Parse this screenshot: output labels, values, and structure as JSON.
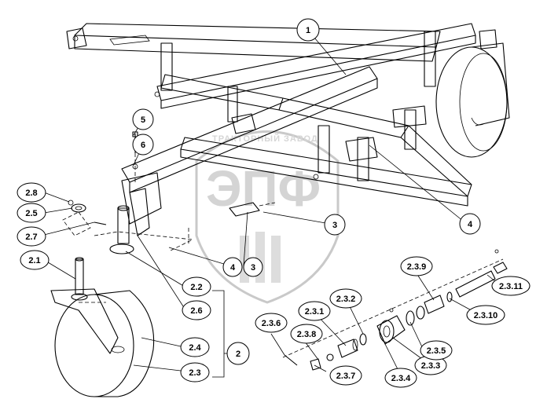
{
  "callouts": [
    {
      "id": "c1",
      "text": "1"
    },
    {
      "id": "c2",
      "text": "2"
    },
    {
      "id": "c3a",
      "text": "3"
    },
    {
      "id": "c3b",
      "text": "3"
    },
    {
      "id": "c4a",
      "text": "4"
    },
    {
      "id": "c4b",
      "text": "4"
    },
    {
      "id": "c5",
      "text": "5"
    },
    {
      "id": "c6",
      "text": "6"
    },
    {
      "id": "c21",
      "text": "2.1"
    },
    {
      "id": "c22",
      "text": "2.2"
    },
    {
      "id": "c23",
      "text": "2.3"
    },
    {
      "id": "c24",
      "text": "2.4"
    },
    {
      "id": "c25",
      "text": "2.5"
    },
    {
      "id": "c26",
      "text": "2.6"
    },
    {
      "id": "c27",
      "text": "2.7"
    },
    {
      "id": "c28",
      "text": "2.8"
    },
    {
      "id": "c231",
      "text": "2.3.1"
    },
    {
      "id": "c232",
      "text": "2.3.2"
    },
    {
      "id": "c233",
      "text": "2.3.3"
    },
    {
      "id": "c234",
      "text": "2.3.4"
    },
    {
      "id": "c235",
      "text": "2.3.5"
    },
    {
      "id": "c236",
      "text": "2.3.6"
    },
    {
      "id": "c237",
      "text": "2.3.7"
    },
    {
      "id": "c238",
      "text": "2.3.8"
    },
    {
      "id": "c239",
      "text": "2.3.9"
    },
    {
      "id": "c2310",
      "text": "2.3.10"
    },
    {
      "id": "c2311",
      "text": "2.3.11"
    }
  ],
  "watermark": {
    "big_text": "ЭПФ",
    "arc_text": "ТРАКТОРНЫЙ ЗАВОД"
  }
}
